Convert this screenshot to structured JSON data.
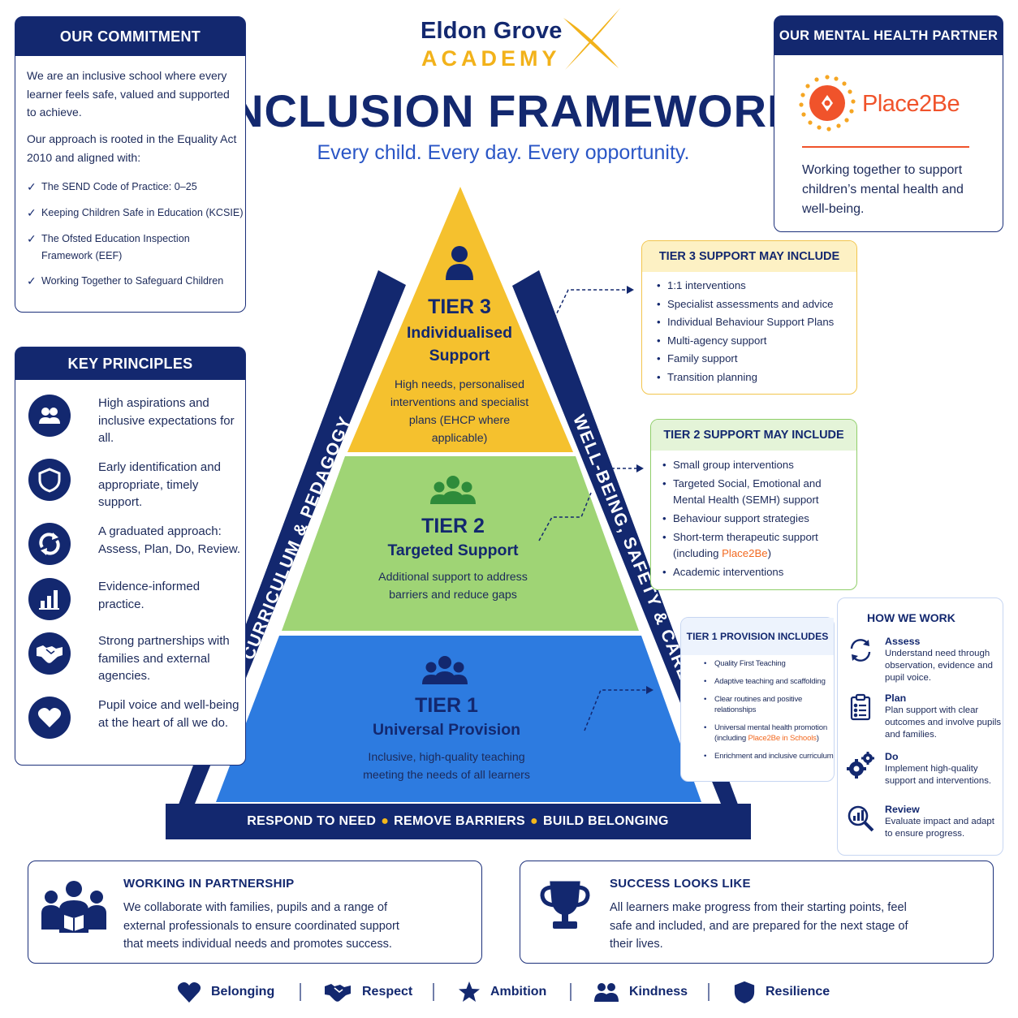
{
  "colors": {
    "navy": "#13286f",
    "gold": "#f5c12e",
    "green": "#9fd475",
    "blue": "#2d7be0",
    "orange": "#f26a21"
  },
  "header": {
    "logo_name": "Eldon Grove",
    "logo_sub": "ACADEMY",
    "title": "INCLUSION FRAMEWORK",
    "tagline": "Every child. Every day. Every opportunity."
  },
  "commitment": {
    "title": "OUR COMMITMENT",
    "p1": "We are an inclusive school where every learner feels safe, valued and supported to achieve.",
    "p2": "Our approach is rooted in the Equality Act 2010 and aligned with:",
    "items": [
      "The SEND Code of Practice: 0–25",
      "Keeping Children Safe in Education (KCSIE)",
      "The Ofsted Education Inspection Framework (EEF)",
      "Working Together to Safeguard Children"
    ]
  },
  "principles": {
    "title": "KEY PRINCIPLES",
    "items": [
      {
        "icon": "people-icon",
        "text": "High aspirations and inclusive expectations for all."
      },
      {
        "icon": "shield-icon",
        "text": "Early identification and appropriate, timely support."
      },
      {
        "icon": "cycle-icon",
        "text": "A graduated approach: Assess, Plan, Do, Review."
      },
      {
        "icon": "bar-chart-icon",
        "text": "Evidence-informed practice."
      },
      {
        "icon": "handshake-icon",
        "text": "Strong partnerships with families and external agencies."
      },
      {
        "icon": "heart-icon",
        "text": "Pupil voice and well-being at the heart of all we do."
      }
    ]
  },
  "partner": {
    "title": "OUR MENTAL HEALTH PARTNER",
    "name": "Place2Be",
    "description": "Working together to support children’s mental health and well-being."
  },
  "pyramid": {
    "left_side": "CURRICULUM & PEDAGOGY",
    "right_side": "WELL-BEING, SAFETY & CARE",
    "motto": [
      "RESPOND TO NEED",
      "REMOVE BARRIERS",
      "BUILD BELONGING"
    ],
    "tiers": [
      {
        "num": "TIER 3",
        "name_line1": "Individualised",
        "name_line2": "Support",
        "description": "High needs, personalised interventions and specialist plans (EHCP where applicable)"
      },
      {
        "num": "TIER 2",
        "name": "Targeted Support",
        "description": "Additional support to address barriers and reduce gaps"
      },
      {
        "num": "TIER 1",
        "name": "Universal Provision",
        "description": "Inclusive, high-quality teaching meeting the needs of all learners"
      }
    ]
  },
  "tier3_support": {
    "title": "TIER 3 SUPPORT MAY INCLUDE",
    "items": [
      "1:1 interventions",
      "Specialist assessments and advice",
      "Individual Behaviour Support Plans",
      "Multi-agency support",
      "Family support",
      "Transition planning"
    ]
  },
  "tier2_support": {
    "title": "TIER 2 SUPPORT MAY INCLUDE",
    "items": [
      {
        "text": "Small group interventions"
      },
      {
        "text": "Targeted Social, Emotional and Mental Health (SEMH) support"
      },
      {
        "text": "Behaviour support strategies"
      },
      {
        "text": "Short-term therapeutic support (including ",
        "highlight": "Place2Be",
        "after": ")"
      },
      {
        "text": "Academic interventions"
      }
    ]
  },
  "tier1_provision": {
    "title": "TIER 1 PROVISION INCLUDES",
    "items": [
      {
        "text": "Quality First Teaching"
      },
      {
        "text": "Adaptive teaching and scaffolding"
      },
      {
        "text": "Clear routines and positive relationships"
      },
      {
        "text": "Universal mental health promotion (including ",
        "highlight": "Place2Be in Schools",
        "after": ")"
      },
      {
        "text": "Enrichment and inclusive curriculum"
      }
    ]
  },
  "how_we_work": {
    "title": "HOW WE WORK",
    "steps": [
      {
        "icon": "cycle-icon",
        "head": "Assess",
        "text": "Understand need through observation, evidence and pupil voice."
      },
      {
        "icon": "clipboard-icon",
        "head": "Plan",
        "text": "Plan support with clear outcomes and involve pupils and families."
      },
      {
        "icon": "gears-icon",
        "head": "Do",
        "text": "Implement high-quality support and interventions."
      },
      {
        "icon": "magnifier-chart-icon",
        "head": "Review",
        "text": "Evaluate impact and adapt to ensure progress."
      }
    ]
  },
  "partnership": {
    "title": "WORKING IN PARTNERSHIP",
    "text": "We collaborate with families, pupils and a range of external professionals to ensure coordinated support that meets individual needs and promotes success."
  },
  "success": {
    "title": "SUCCESS LOOKS LIKE",
    "text": "All learners make progress from their starting points, feel safe and included, and are prepared for the next stage of their lives."
  },
  "values": [
    {
      "icon": "heart-icon",
      "label": "Belonging"
    },
    {
      "icon": "handshake-icon",
      "label": "Respect"
    },
    {
      "icon": "star-icon",
      "label": "Ambition"
    },
    {
      "icon": "people-icon",
      "label": "Kindness"
    },
    {
      "icon": "shield-icon",
      "label": "Resilience"
    }
  ]
}
